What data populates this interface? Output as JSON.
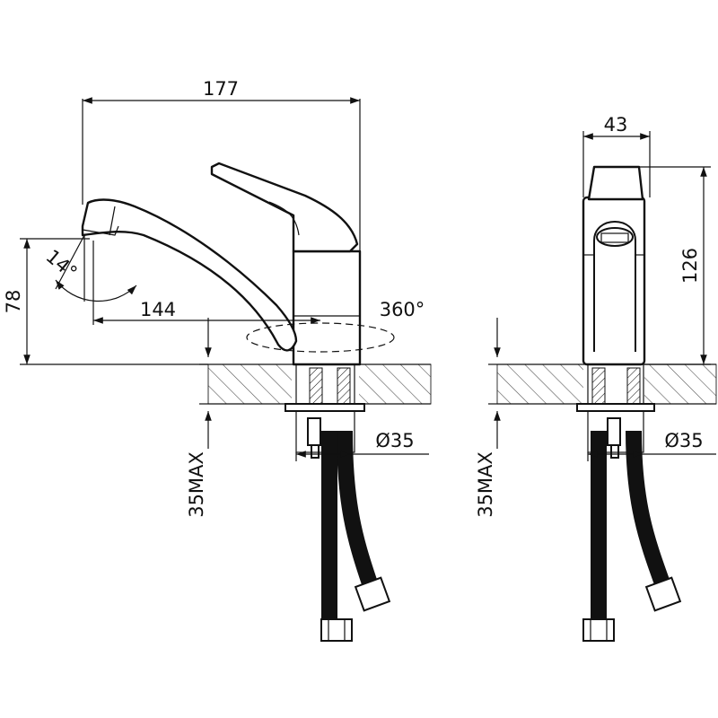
{
  "drawing": {
    "dimensions": {
      "overall_length": "177",
      "spout_reach": "144",
      "spout_height": "78",
      "spout_angle": "14°",
      "swivel": "360°",
      "body_width": "43",
      "body_height": "126",
      "hole_diameter_side": "Ø35",
      "hole_diameter_front": "Ø35",
      "deck_thickness_side": "35MAX",
      "deck_thickness_front": "35MAX"
    },
    "colors": {
      "line": "#111111",
      "hatch": "#555555",
      "background": "#ffffff"
    }
  }
}
